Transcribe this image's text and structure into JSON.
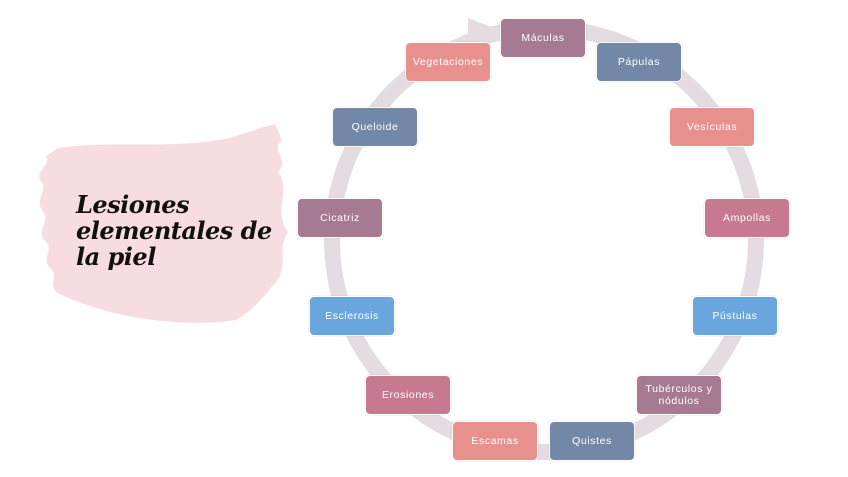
{
  "title": {
    "line1": "Lesiones",
    "line2": "elementales de",
    "line3": "la piel"
  },
  "colors": {
    "mauve": "#A67A92",
    "slate": "#7388A6",
    "salmon": "#E8908E",
    "rose": "#C7798F",
    "blue": "#6AA6DD",
    "ring": "#E4DCE0",
    "brush": "#F7DDE2"
  },
  "nodes": [
    {
      "label": "Máculas",
      "color": "#A67A92"
    },
    {
      "label": "Pápulas",
      "color": "#7388A6"
    },
    {
      "label": "Vesículas",
      "color": "#E8908E"
    },
    {
      "label": "Ampollas",
      "color": "#C7798F"
    },
    {
      "label": "Pústulas",
      "color": "#6AA6DD"
    },
    {
      "label": "Tubérculos y nódulos",
      "color": "#A67A92"
    },
    {
      "label": "Quistes",
      "color": "#7388A6"
    },
    {
      "label": "Escamas",
      "color": "#E8908E"
    },
    {
      "label": "Erosiones",
      "color": "#C7798F"
    },
    {
      "label": "Esclerosis",
      "color": "#6AA6DD"
    },
    {
      "label": "Cicatriz",
      "color": "#A67A92"
    },
    {
      "label": "Queloide",
      "color": "#7388A6"
    },
    {
      "label": "Vegetaciones",
      "color": "#E8908E"
    }
  ]
}
